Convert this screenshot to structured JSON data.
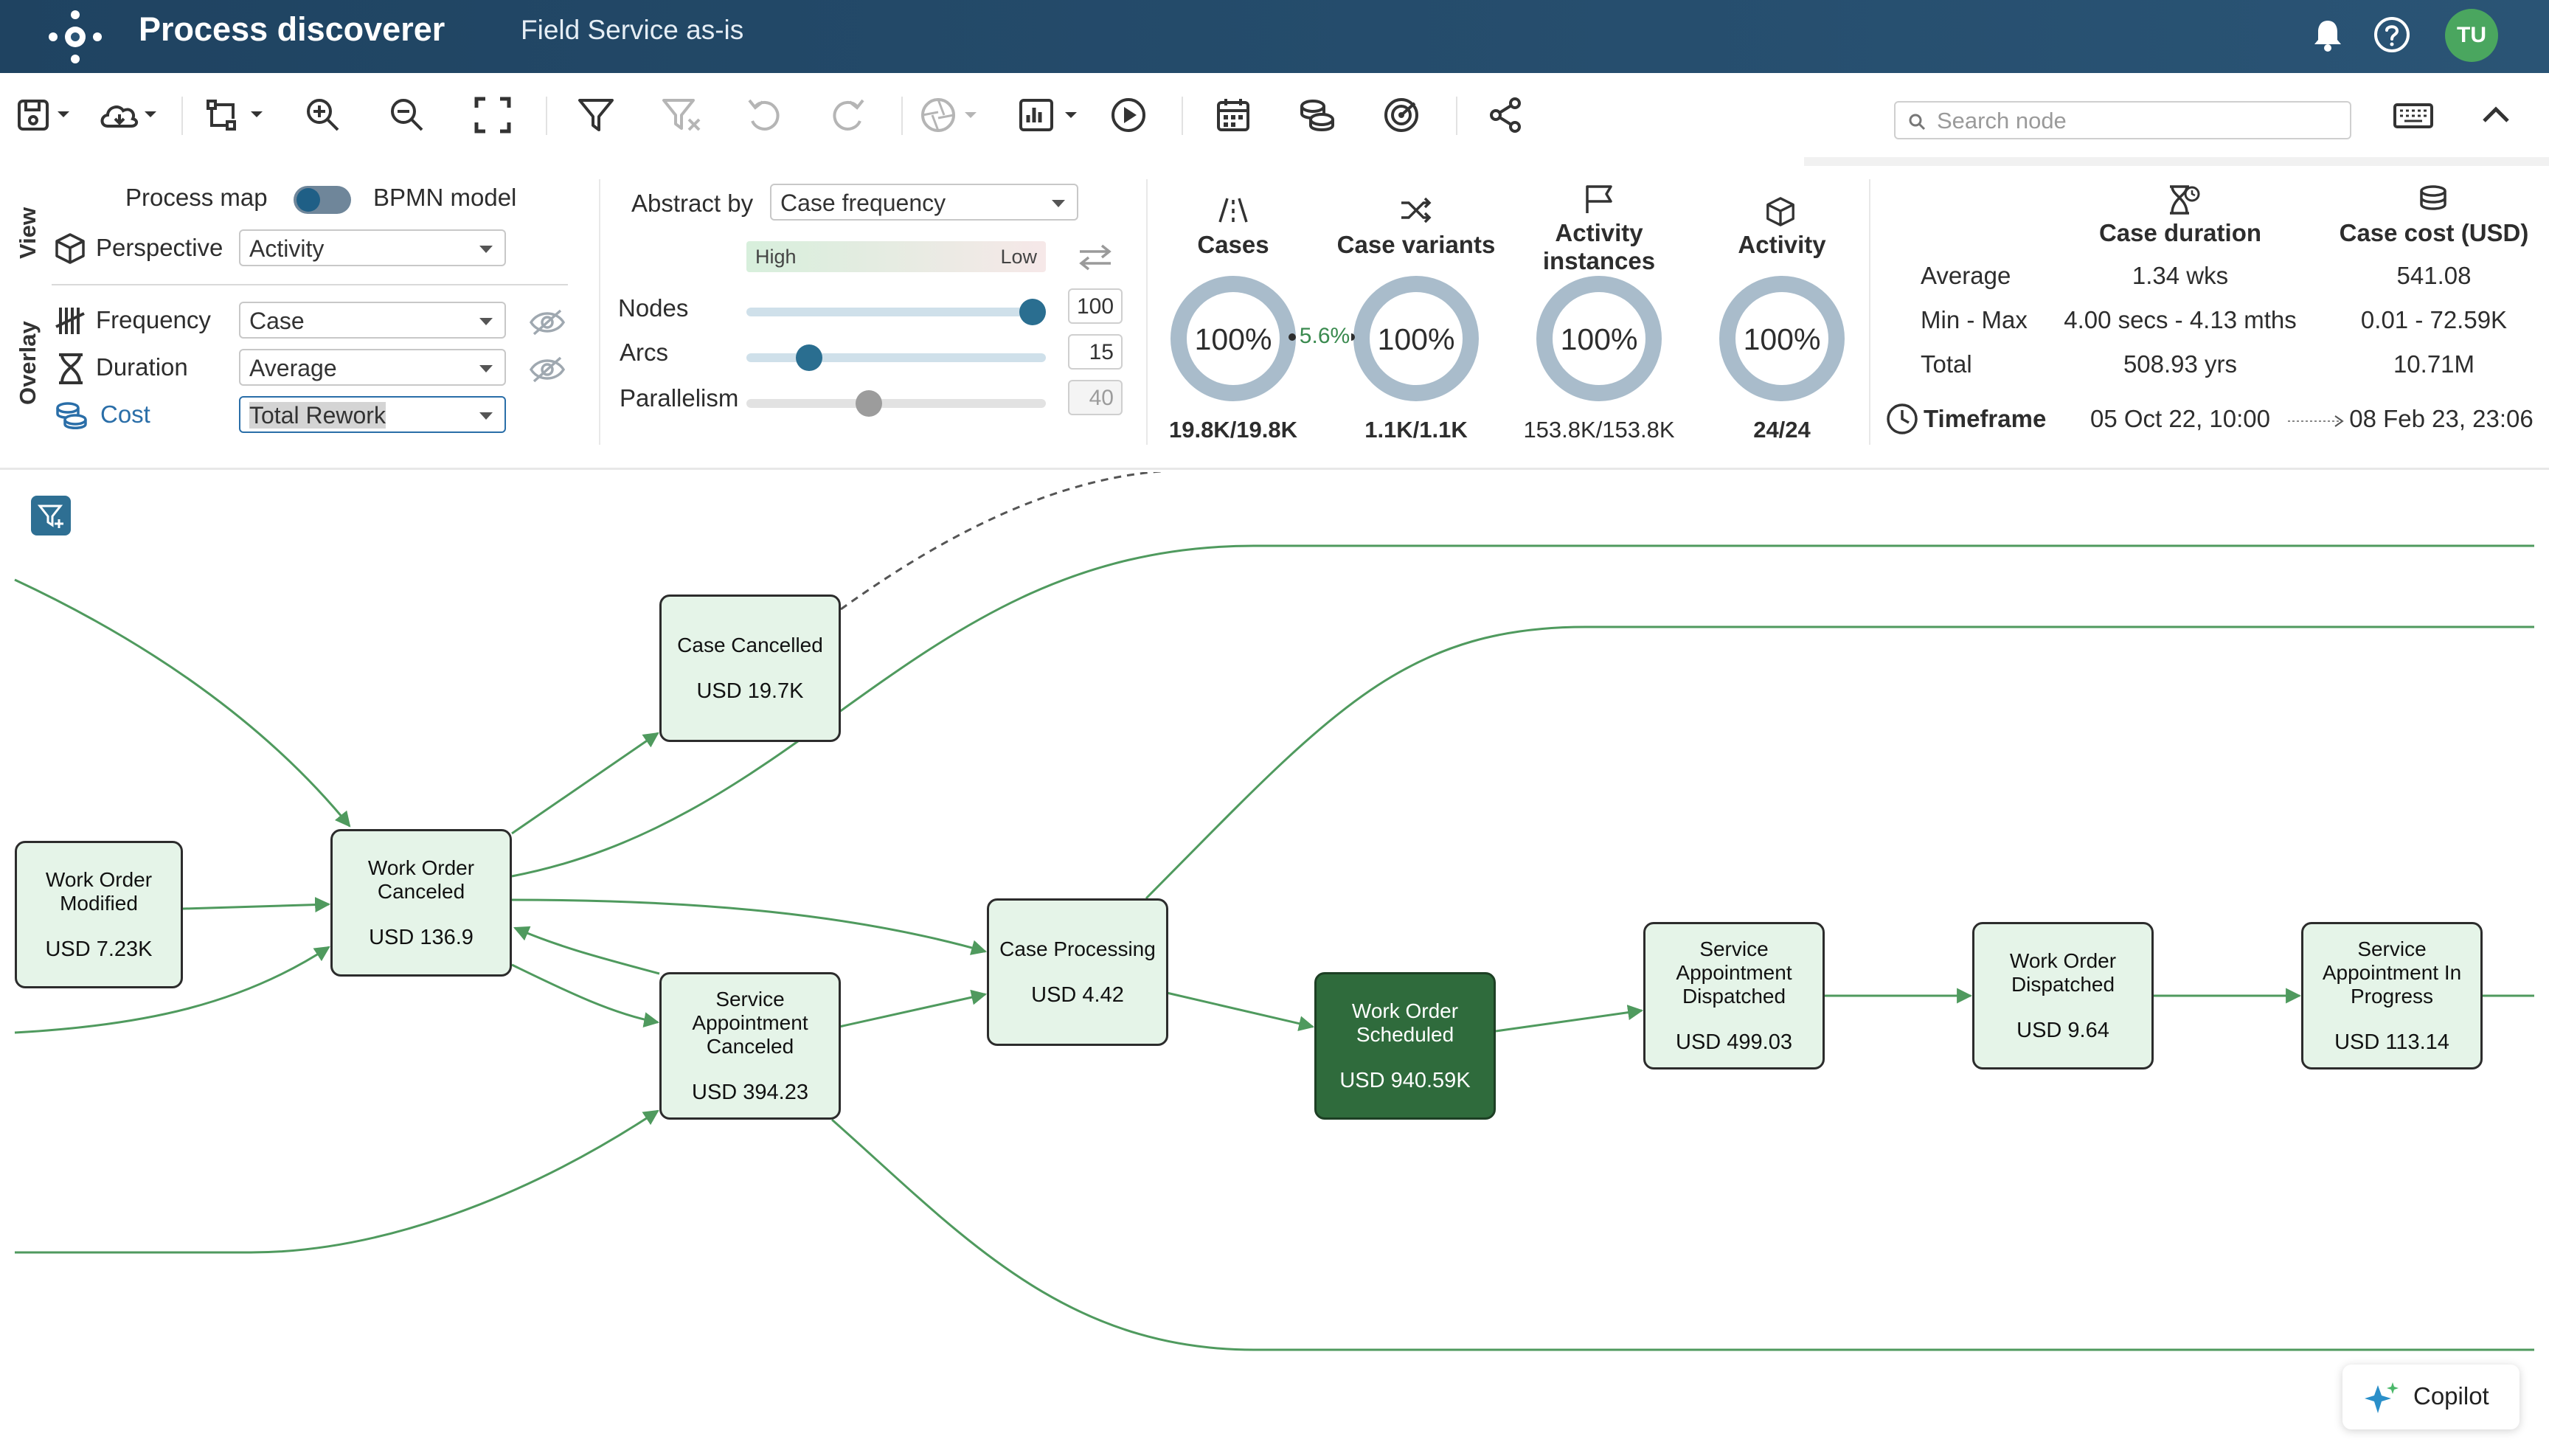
{
  "app": {
    "title": "Process discoverer",
    "project": "Field Service as-is",
    "user_initials": "TU"
  },
  "toolbar": {
    "search_placeholder": "Search node",
    "icons": [
      "save-icon",
      "cloud-icon",
      "layout-icon",
      "zoom-in-icon",
      "zoom-out-icon",
      "fit-screen-icon",
      "filter-icon",
      "clear-filter-icon",
      "undo-icon",
      "redo-icon",
      "aperture-icon",
      "dashboard-icon",
      "play-icon",
      "calendar-icon",
      "coins-icon",
      "radar-icon",
      "share-icon",
      "keyboard-icon",
      "collapse-icon"
    ]
  },
  "view": {
    "section_label": "View",
    "process_map_label": "Process map",
    "bpmn_label": "BPMN model",
    "perspective_label": "Perspective",
    "perspective_value": "Activity"
  },
  "overlay": {
    "section_label": "Overlay",
    "frequency_label": "Frequency",
    "frequency_value": "Case",
    "duration_label": "Duration",
    "duration_value": "Average",
    "cost_label": "Cost",
    "cost_value": "Total Rework"
  },
  "abstraction": {
    "abstract_by_label": "Abstract by",
    "abstract_by_value": "Case frequency",
    "high_label": "High",
    "low_label": "Low",
    "nodes_label": "Nodes",
    "nodes_value": "100",
    "nodes_fraction": 1.0,
    "arcs_label": "Arcs",
    "arcs_value": "15",
    "arcs_fraction": 0.18,
    "parallelism_label": "Parallelism",
    "parallelism_value": "40",
    "parallelism_fraction": 0.4
  },
  "kpis": [
    {
      "name": "Cases",
      "percent": "100%",
      "value": "19.8K/19.8K",
      "icon": "road-icon"
    },
    {
      "name": "Case variants",
      "percent": "100%",
      "value": "1.1K/1.1K",
      "icon": "shuffle-icon"
    },
    {
      "name": "Activity instances",
      "percent": "100%",
      "value": "153.8K/153.8K",
      "icon": "flag-icon"
    },
    {
      "name": "Activity",
      "percent": "100%",
      "value": "24/24",
      "icon": "cube-icon"
    }
  ],
  "variant_ratio": "5.6%",
  "stats": {
    "case_duration_head": "Case duration",
    "case_cost_head": "Case cost (USD)",
    "average_label": "Average",
    "minmax_label": "Min - Max",
    "total_label": "Total",
    "timeframe_label": "Timeframe",
    "duration_average": "1.34 wks",
    "duration_minmax": "4.00 secs - 4.13 mths",
    "duration_total": "508.93 yrs",
    "cost_average": "541.08",
    "cost_minmax": "0.01 - 72.59K",
    "cost_total": "10.71M",
    "timeframe_start": "05 Oct 22, 10:00",
    "timeframe_end": "08 Feb 23, 23:06"
  },
  "nodes": [
    {
      "id": "work-order-modified",
      "name": "Work Order Modified",
      "cost": "USD 7.23K"
    },
    {
      "id": "work-order-canceled",
      "name": "Work Order Canceled",
      "cost": "USD 136.9"
    },
    {
      "id": "case-cancelled",
      "name": "Case Cancelled",
      "cost": "USD 19.7K"
    },
    {
      "id": "service-appointment-canceled",
      "name": "Service Appointment Canceled",
      "cost": "USD 394.23"
    },
    {
      "id": "case-processing",
      "name": "Case Processing",
      "cost": "USD 4.42"
    },
    {
      "id": "work-order-scheduled",
      "name": "Work Order Scheduled",
      "cost": "USD 940.59K"
    },
    {
      "id": "service-appointment-dispatched",
      "name": "Service Appointment Dispatched",
      "cost": "USD 499.03"
    },
    {
      "id": "work-order-dispatched",
      "name": "Work Order Dispatched",
      "cost": "USD 9.64"
    },
    {
      "id": "service-appointment-in-progress",
      "name": "Service Appointment In Progress",
      "cost": "USD 113.14"
    }
  ],
  "colors": {
    "header_bg": "#1f4361",
    "node_fill": "#e5f4e8",
    "node_highlight": "#2f6b3c",
    "edge_green": "#4f9a5e",
    "donut_ring": "#a9bccb",
    "accent_blue": "#2a6ea8"
  },
  "copilot_label": "Copilot"
}
